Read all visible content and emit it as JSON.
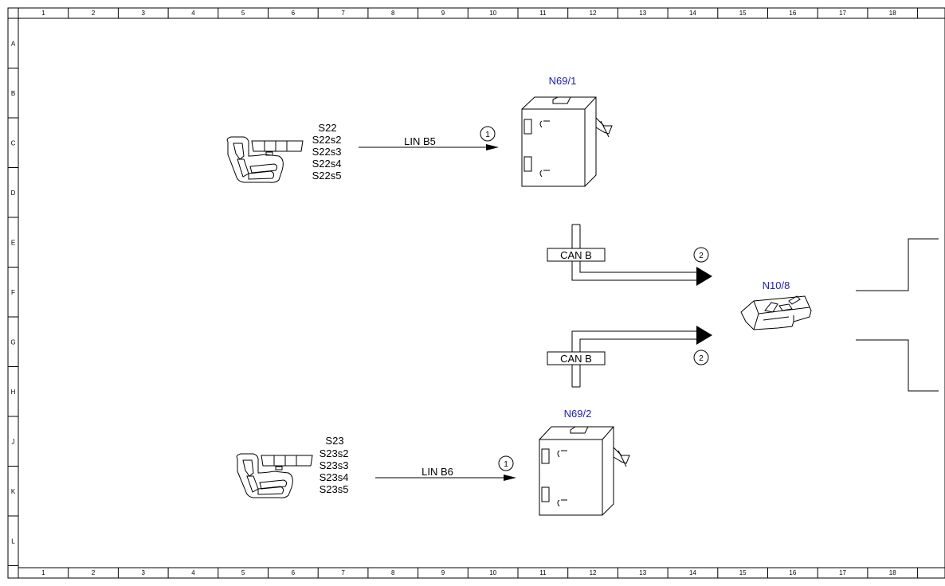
{
  "ruler": {
    "columns": [
      "1",
      "2",
      "3",
      "4",
      "5",
      "6",
      "7",
      "8",
      "9",
      "10",
      "11",
      "12",
      "13",
      "14",
      "15",
      "16",
      "17",
      "18"
    ],
    "rows": [
      "A",
      "B",
      "C",
      "D",
      "E",
      "F",
      "G",
      "H",
      "J",
      "K",
      "L"
    ]
  },
  "switch_upper": {
    "labels": [
      "S22",
      "S22s2",
      "S22s3",
      "S22s4",
      "S22s5"
    ]
  },
  "switch_lower": {
    "labels": [
      "S23",
      "S23s2",
      "S23s3",
      "S23s4",
      "S23s5"
    ]
  },
  "module_upper": {
    "name": "N69/1"
  },
  "module_lower": {
    "name": "N69/2"
  },
  "module_right": {
    "name": "N10/8"
  },
  "lin_upper": {
    "label": "LIN B5",
    "callout": "1"
  },
  "lin_lower": {
    "label": "LIN B6",
    "callout": "1"
  },
  "can_upper": {
    "label": "CAN B",
    "callout": "2"
  },
  "can_lower": {
    "label": "CAN B",
    "callout": "2"
  },
  "colors": {
    "component_label": "#1a1acc",
    "line": "#000000"
  }
}
